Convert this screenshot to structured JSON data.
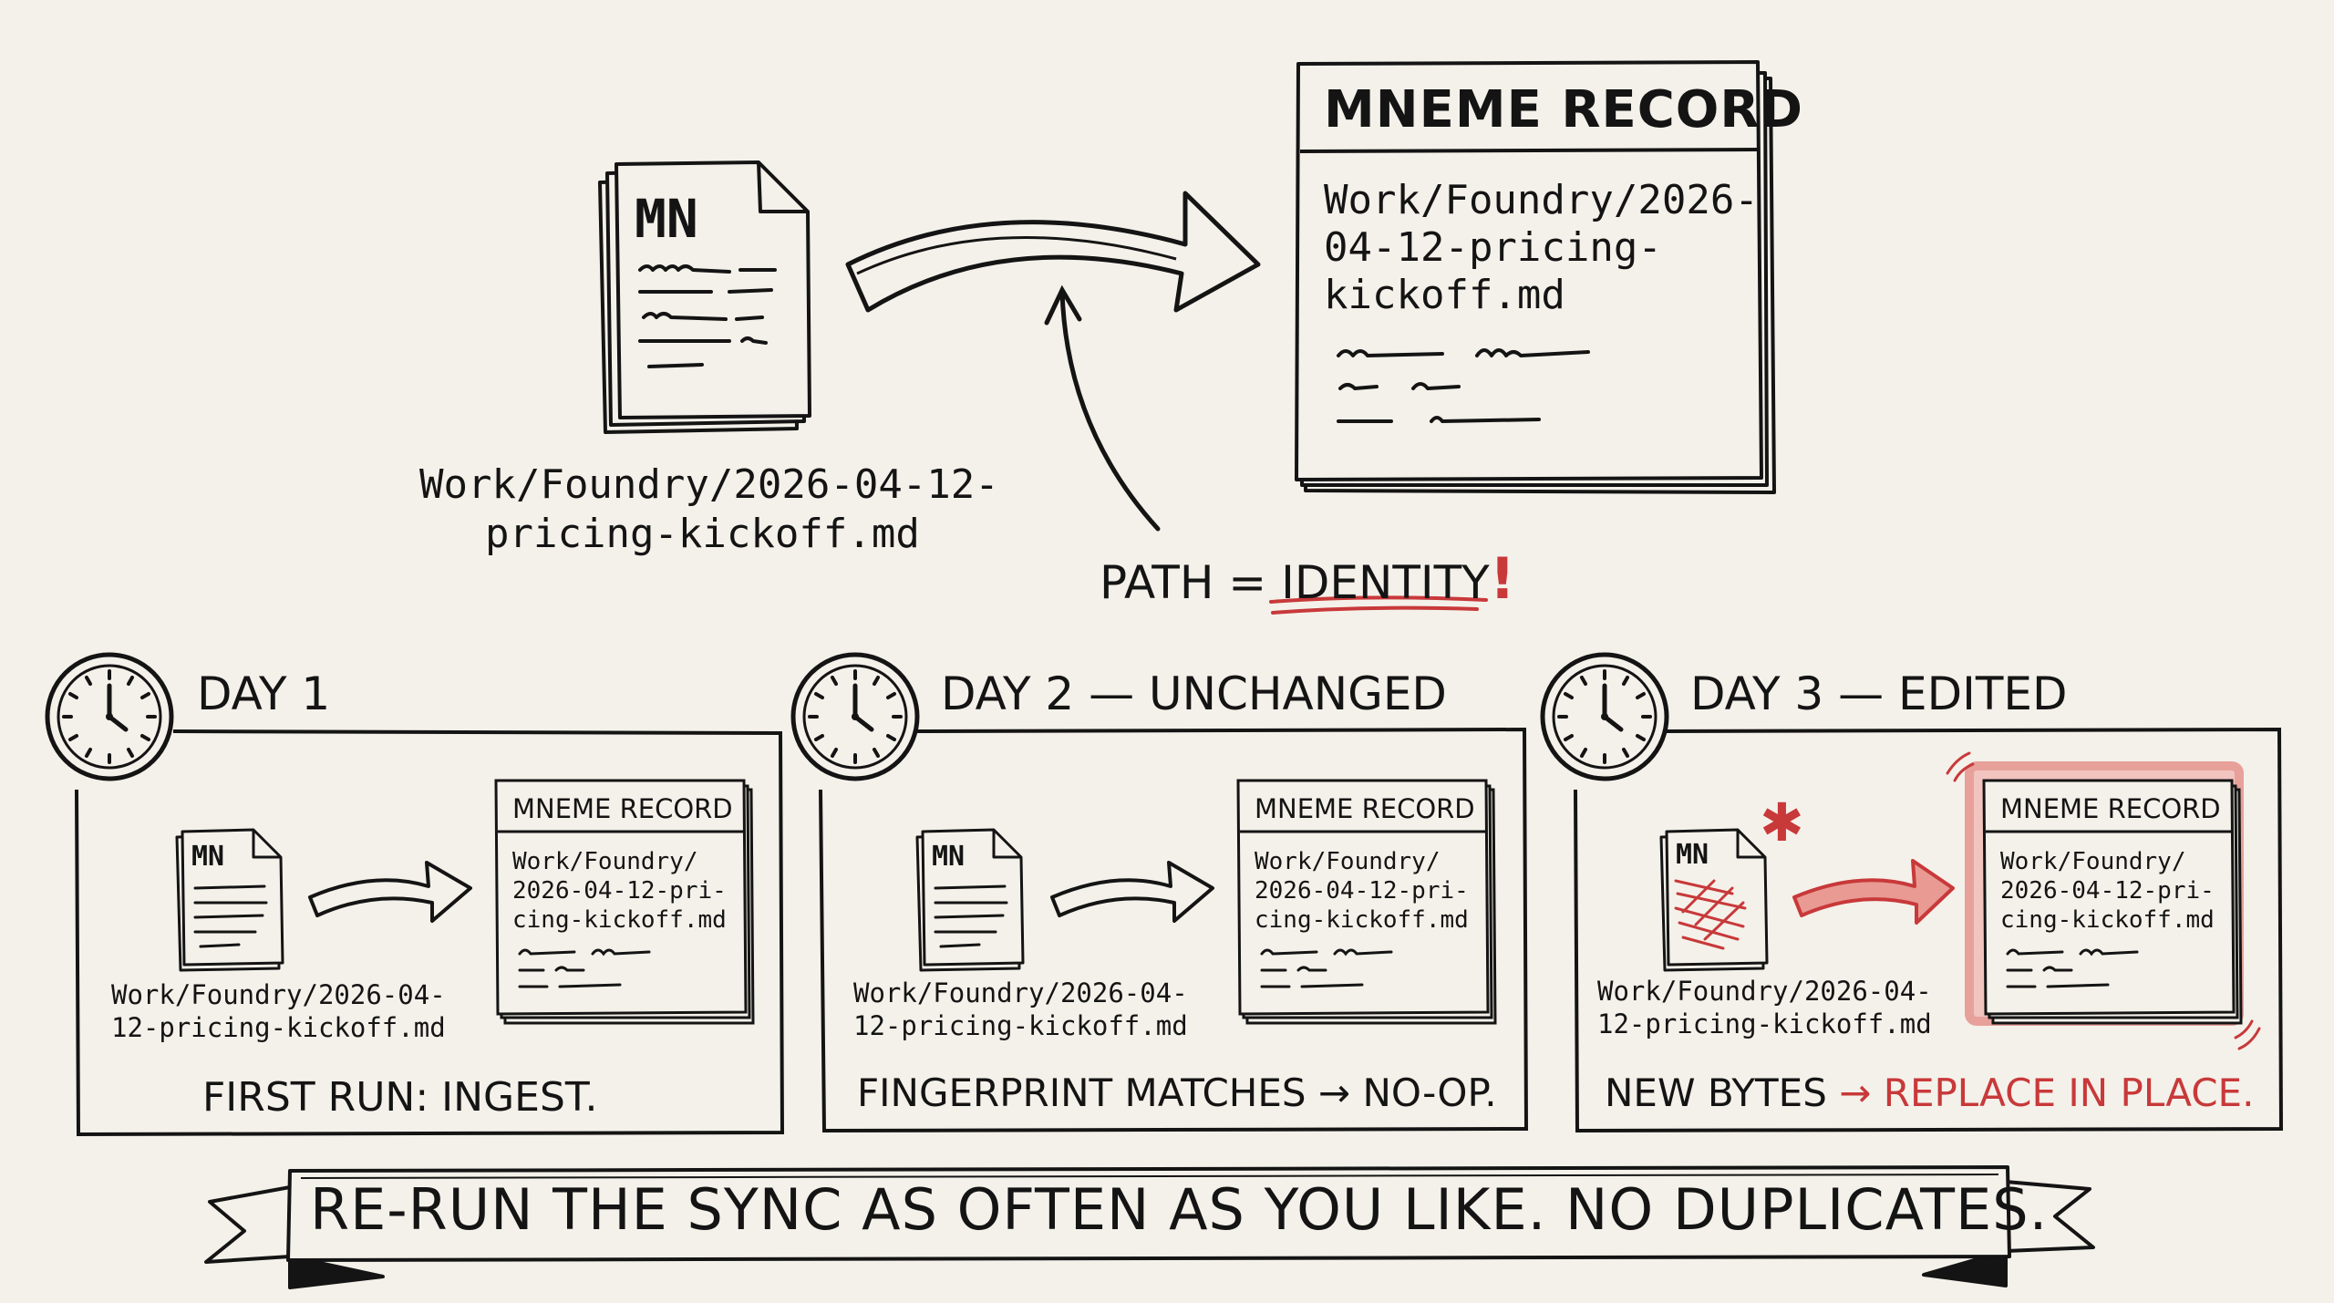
{
  "top": {
    "doc_label": "MN",
    "source_path_line1": "Work/Foundry/2026-04-12-",
    "source_path_line2": "pricing-kickoff.md",
    "record_title": "MNEME RECORD",
    "record_path_line1": "Work/Foundry/2026-",
    "record_path_line2": "04-12-pricing-",
    "record_path_line3": "kickoff.md",
    "identity_prefix": "PATH = ",
    "identity_word": "IDENTITY",
    "identity_bang": "!"
  },
  "panels": [
    {
      "heading": "DAY 1",
      "doc_label": "MN",
      "path_line1": "Work/Foundry/2026-04-",
      "path_line2": "12-pricing-kickoff.md",
      "record_title": "MNEME RECORD",
      "record_line1": "Work/Foundry/",
      "record_line2": "2026-04-12-pri-",
      "record_line3": "cing-kickoff.md",
      "caption": "FIRST RUN: INGEST."
    },
    {
      "heading": "DAY 2 — UNCHANGED",
      "doc_label": "MN",
      "path_line1": "Work/Foundry/2026-04-",
      "path_line2": "12-pricing-kickoff.md",
      "record_title": "MNEME RECORD",
      "record_line1": "Work/Foundry/",
      "record_line2": "2026-04-12-pri-",
      "record_line3": "cing-kickoff.md",
      "caption": "FINGERPRINT MATCHES → NO-OP."
    },
    {
      "heading": "DAY 3 — EDITED",
      "doc_label": "MN",
      "path_line1": "Work/Foundry/2026-04-",
      "path_line2": "12-pricing-kickoff.md",
      "record_title": "MNEME RECORD",
      "record_line1": "Work/Foundry/",
      "record_line2": "2026-04-12-pri-",
      "record_line3": "cing-kickoff.md",
      "caption_prefix": "NEW BYTES",
      "caption_arrow": "→ REPLACE IN PLACE.",
      "edit_mark": "✱"
    }
  ],
  "banner": {
    "text": "RE-RUN THE SYNC AS OFTEN AS YOU LIKE. NO DUPLICATES."
  },
  "colors": {
    "ink": "#141414",
    "accent_red": "#c8393a",
    "paper": "#f4f1ea"
  }
}
